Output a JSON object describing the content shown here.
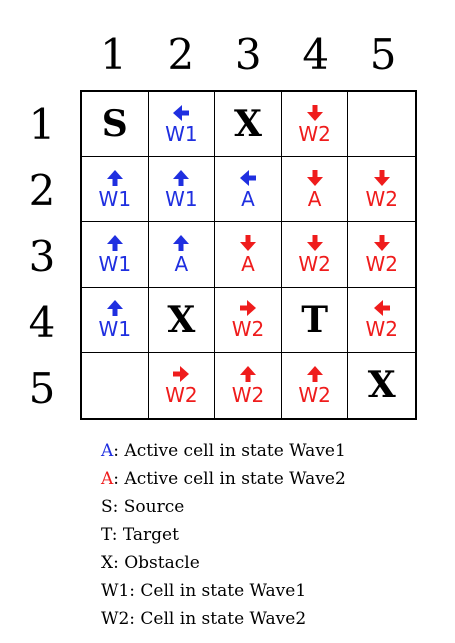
{
  "column_headers": [
    "1",
    "2",
    "3",
    "4",
    "5"
  ],
  "row_headers": [
    "1",
    "2",
    "3",
    "4",
    "5"
  ],
  "colors": {
    "wave1": "#1f2fe0",
    "wave2": "#ef1c1c"
  },
  "grid": [
    [
      {
        "symbol": "S"
      },
      {
        "arrow": "left",
        "label": "W1",
        "color": "blue"
      },
      {
        "symbol": "X"
      },
      {
        "arrow": "down",
        "label": "W2",
        "color": "red"
      },
      {}
    ],
    [
      {
        "arrow": "up",
        "label": "W1",
        "color": "blue"
      },
      {
        "arrow": "up",
        "label": "W1",
        "color": "blue"
      },
      {
        "arrow": "left",
        "label": "A",
        "color": "blue"
      },
      {
        "arrow": "down",
        "label": "A",
        "color": "red"
      },
      {
        "arrow": "down",
        "label": "W2",
        "color": "red"
      }
    ],
    [
      {
        "arrow": "up",
        "label": "W1",
        "color": "blue"
      },
      {
        "arrow": "up",
        "label": "A",
        "color": "blue"
      },
      {
        "arrow": "down",
        "label": "A",
        "color": "red"
      },
      {
        "arrow": "down",
        "label": "W2",
        "color": "red"
      },
      {
        "arrow": "down",
        "label": "W2",
        "color": "red"
      }
    ],
    [
      {
        "arrow": "up",
        "label": "W1",
        "color": "blue"
      },
      {
        "symbol": "X"
      },
      {
        "arrow": "right",
        "label": "W2",
        "color": "red"
      },
      {
        "symbol": "T"
      },
      {
        "arrow": "left",
        "label": "W2",
        "color": "red"
      }
    ],
    [
      {},
      {
        "arrow": "right",
        "label": "W2",
        "color": "red"
      },
      {
        "arrow": "up",
        "label": "W2",
        "color": "red"
      },
      {
        "arrow": "up",
        "label": "W2",
        "color": "red"
      },
      {
        "symbol": "X"
      }
    ]
  ],
  "legend": [
    {
      "prefix": "A",
      "prefix_color": "blue",
      "text": ": Active cell in state Wave1"
    },
    {
      "prefix": "A",
      "prefix_color": "red",
      "text": ": Active cell in state Wave2"
    },
    {
      "prefix": "",
      "text": "S: Source"
    },
    {
      "prefix": "",
      "text": "T: Target"
    },
    {
      "prefix": "",
      "text": "X:  Obstacle"
    },
    {
      "prefix": "",
      "text": "W1: Cell in state Wave1"
    },
    {
      "prefix": "",
      "text": "W2: Cell in state Wave2"
    }
  ]
}
